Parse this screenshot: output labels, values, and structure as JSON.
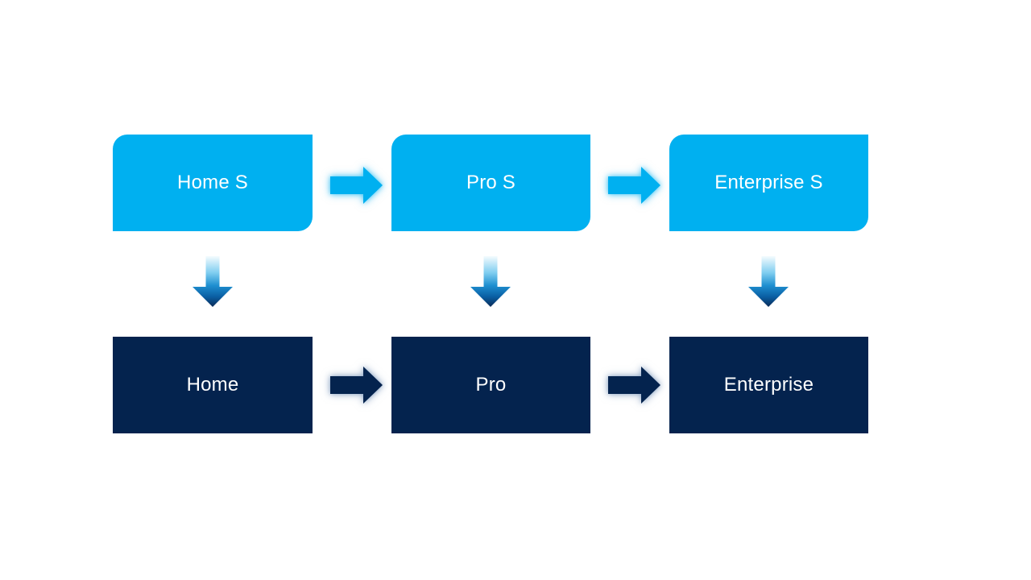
{
  "theme": {
    "colors": {
      "background": "#FFFFFF",
      "box_top_fill": "#00B0F0",
      "box_bottom_fill": "#04234E",
      "box_text": "#FFFFFF",
      "arrow_light_fill": "#00B0F0",
      "arrow_light_glow": "rgba(0, 176, 240, 0.5)",
      "arrow_dark_fill": "#04234E",
      "arrow_dark_glow": "rgba(110, 140, 180, 0.55)",
      "down_grad_0": "#F4FBFE",
      "down_grad_1": "#7ECDF0",
      "down_grad_2": "#1E8FD0",
      "down_grad_3": "#0A5EA3",
      "down_grad_4": "#0B2B57"
    }
  },
  "diagram": {
    "top_row": [
      {
        "label": "Home S"
      },
      {
        "label": "Pro S"
      },
      {
        "label": "Enterprise S"
      }
    ],
    "bottom_row": [
      {
        "label": "Home"
      },
      {
        "label": "Pro"
      },
      {
        "label": "Enterprise"
      }
    ],
    "icons": {
      "right_arrow": "➡",
      "down_arrow": "⬇"
    }
  }
}
